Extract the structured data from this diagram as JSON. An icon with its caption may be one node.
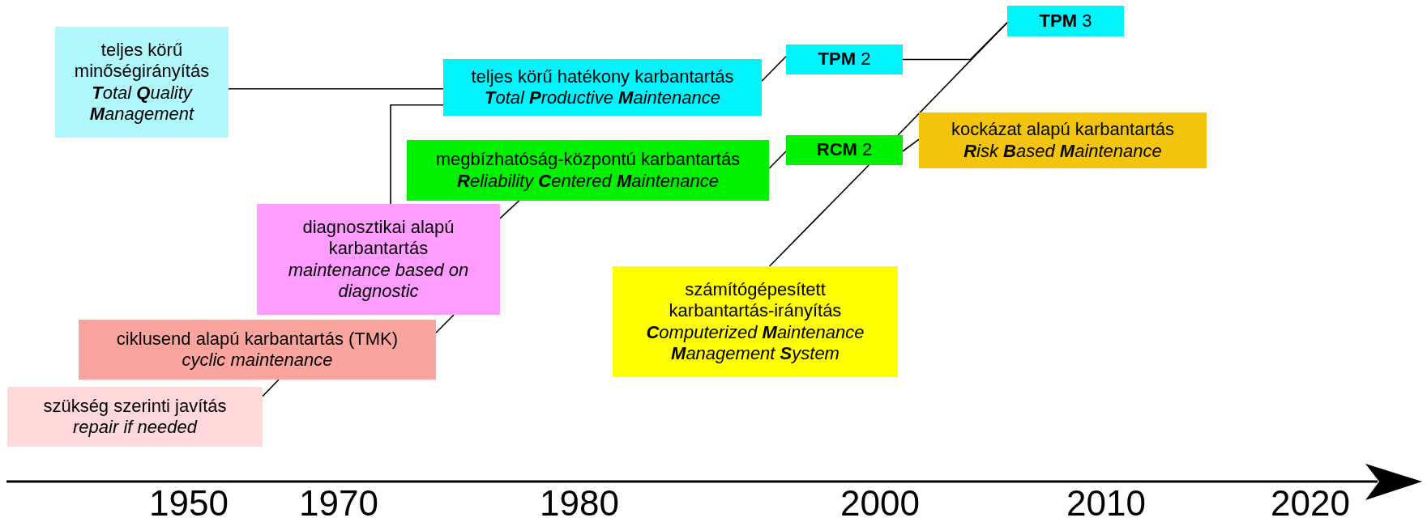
{
  "diagram": {
    "nodes": [
      {
        "text": [
          "teljes körű minőségirányítás",
          "**T**otal **Q**uality **M**anagement"
        ]
      },
      {
        "text": [
          "teljes körű hatékony karbantartás",
          "**T**otal **P**roductive **M**aintenance"
        ]
      },
      {
        "text": [
          "**TPM** 2"
        ]
      },
      {
        "text": [
          "**TPM** 3"
        ]
      },
      {
        "text": [
          "megbízhatóság-központú karbantartás",
          "**R**eliability **C**entered **M**aintenance"
        ]
      },
      {
        "text": [
          "**RCM** 2"
        ]
      },
      {
        "text": [
          "kockázat alapú karbantartás",
          "**R**isk **B**ased **M**aintenance"
        ]
      },
      {
        "text": [
          "diagnosztikai alapú karbantartás",
          "maintenance based on diagnostic"
        ]
      },
      {
        "text": [
          "ciklusend alapú karbantartás (TMK)",
          "cyclic maintenance"
        ]
      },
      {
        "text": [
          "szükség szerinti javítás",
          "repair if needed"
        ]
      },
      {
        "text": [
          "számítógépesített karbantartás-irányítás",
          "**C**omputerized **M**aintenance **M**anagement **S**ystem"
        ]
      }
    ],
    "edges": [
      {
        "from": 9,
        "to": 8,
        "arrow": "none"
      },
      {
        "from": 8,
        "to": 7,
        "arrow": "none"
      },
      {
        "from": 7,
        "to": 4,
        "arrow": "none"
      },
      {
        "from": 7,
        "to": 1,
        "arrow": "none"
      },
      {
        "from": 0,
        "to": 1,
        "arrow": "none"
      },
      {
        "from": 1,
        "to": 2,
        "arrow": "none"
      },
      {
        "from": 4,
        "to": 5,
        "arrow": "none"
      },
      {
        "from": 5,
        "to": 3,
        "arrow": "none"
      },
      {
        "from": 2,
        "to": 3,
        "arrow": "none"
      },
      {
        "from": 5,
        "to": 6,
        "arrow": "none"
      },
      {
        "from": 10,
        "to": 5,
        "arrow": "none"
      }
    ],
    "labels": [
      "1950",
      "1970",
      "1980",
      "2000",
      "2010",
      "2020"
    ]
  }
}
